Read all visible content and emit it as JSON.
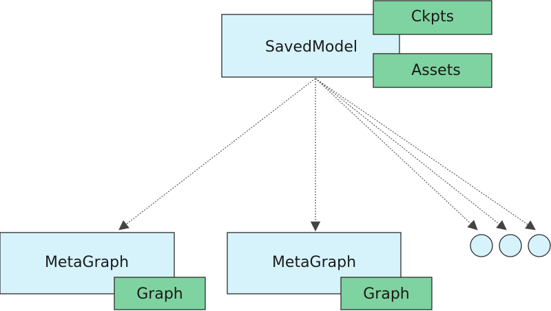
{
  "colors": {
    "container_fill": "#d6f3fb",
    "container_stroke": "#2b2b2b",
    "component_fill": "#7fd3a0",
    "component_stroke": "#2b2b2b",
    "edge_color": "#555555",
    "placeholder_fill": "#d6f3fb"
  },
  "saved_model": {
    "label": "SavedModel",
    "checkpoints_label": "Ckpts",
    "assets_label": "Assets"
  },
  "meta_graphs": [
    {
      "label": "MetaGraph",
      "graph_label": "Graph"
    },
    {
      "label": "MetaGraph",
      "graph_label": "Graph"
    }
  ],
  "ellipsis_nodes": 3
}
